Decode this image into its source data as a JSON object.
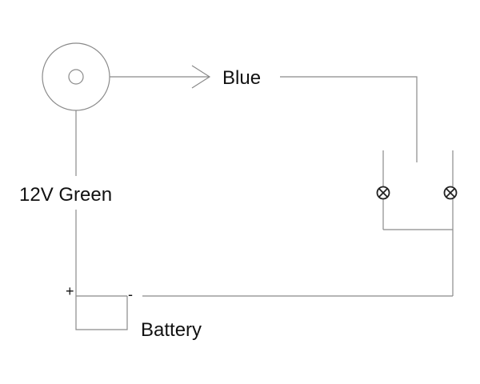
{
  "labels": {
    "signal_wire": "Blue",
    "power_wire": "12V Green",
    "battery": "Battery",
    "battery_positive": "+",
    "battery_negative": "-"
  },
  "colors": {
    "wire": "#8a8a8a",
    "text": "#111111",
    "background": "#ffffff"
  }
}
